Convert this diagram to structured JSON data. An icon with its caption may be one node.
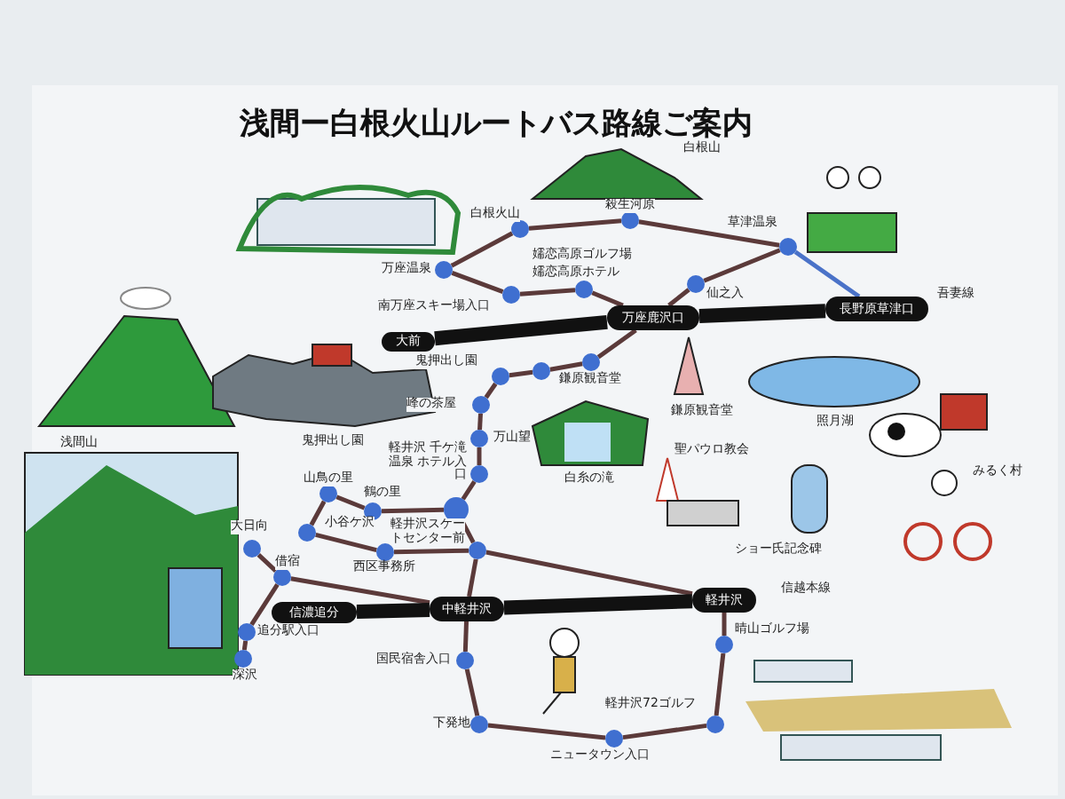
{
  "diagram": {
    "title": "浅間ー白根火山ルートバス路線ご案内",
    "nodes": [
      {
        "text": [
          "白根火山"
        ]
      },
      {
        "text": [
          "殺生河原"
        ]
      },
      {
        "text": [
          "草津温泉"
        ]
      },
      {
        "text": [
          "仙之入"
        ]
      },
      {
        "text": [
          "万座鹿沢口"
        ]
      },
      {
        "text": [
          "長野原草津口"
        ]
      },
      {
        "text": [
          "万座温泉"
        ]
      },
      {
        "text": [
          "南万座スキー場入口"
        ]
      },
      {
        "text": [
          "嬬恋高原ゴルフ場",
          "嬬恋高原ホテル"
        ]
      },
      {
        "text": [
          "大前"
        ]
      },
      {
        "text": [
          "鬼押出し園"
        ]
      },
      {
        "text": [],
        "shape": "circle"
      },
      {
        "text": [
          "鎌原観音堂"
        ]
      },
      {
        "text": [
          "峰の茶屋"
        ]
      },
      {
        "text": [
          "万山望"
        ]
      },
      {
        "text": [
          "軽井沢 千ケ滝温泉 ホテル入口"
        ]
      },
      {
        "text": [
          "軽井沢スケートセンター前"
        ]
      },
      {
        "text": [
          "鶴の里"
        ]
      },
      {
        "text": [
          "山鳥の里"
        ]
      },
      {
        "text": [
          "小谷ケ沢"
        ]
      },
      {
        "text": [
          "西区事務所"
        ]
      },
      {
        "text": [],
        "shape": "circle"
      },
      {
        "text": [
          "大日向"
        ]
      },
      {
        "text": [
          "借宿"
        ]
      },
      {
        "text": [
          "信濃追分"
        ]
      },
      {
        "text": [
          "中軽井沢"
        ]
      },
      {
        "text": [
          "追分駅入口"
        ]
      },
      {
        "text": [
          "深沢"
        ]
      },
      {
        "text": [
          "国民宿舎入口"
        ]
      },
      {
        "text": [
          "下発地"
        ]
      },
      {
        "text": [
          "ニュータウン入口"
        ]
      },
      {
        "text": [
          "軽井沢72ゴルフ"
        ]
      },
      {
        "text": [
          "晴山ゴルフ場"
        ]
      },
      {
        "text": [
          "軽井沢"
        ]
      }
    ],
    "edges": [
      {
        "from": 6,
        "to": 0,
        "arrow": "none"
      },
      {
        "from": 0,
        "to": 1,
        "arrow": "none"
      },
      {
        "from": 1,
        "to": 2,
        "arrow": "none"
      },
      {
        "from": 2,
        "to": 3,
        "arrow": "none"
      },
      {
        "from": 3,
        "to": 4,
        "arrow": "none"
      },
      {
        "from": 6,
        "to": 7,
        "arrow": "none"
      },
      {
        "from": 7,
        "to": 8,
        "arrow": "none"
      },
      {
        "from": 8,
        "to": 4,
        "arrow": "none"
      },
      {
        "from": 2,
        "to": 5,
        "arrow": "none",
        "color": "#4a72c8"
      },
      {
        "from": 4,
        "to": 12,
        "arrow": "none"
      },
      {
        "from": 12,
        "to": 11,
        "arrow": "none"
      },
      {
        "from": 11,
        "to": 10,
        "arrow": "none"
      },
      {
        "from": 10,
        "to": 13,
        "arrow": "none"
      },
      {
        "from": 13,
        "to": 14,
        "arrow": "none"
      },
      {
        "from": 14,
        "to": 15,
        "arrow": "none"
      },
      {
        "from": 15,
        "to": 16,
        "arrow": "none"
      },
      {
        "from": 16,
        "to": 17,
        "arrow": "none"
      },
      {
        "from": 17,
        "to": 18,
        "arrow": "none"
      },
      {
        "from": 18,
        "to": 19,
        "arrow": "none"
      },
      {
        "from": 19,
        "to": 20,
        "arrow": "none"
      },
      {
        "from": 20,
        "to": 21,
        "arrow": "none"
      },
      {
        "from": 16,
        "to": 21,
        "arrow": "none"
      },
      {
        "from": 21,
        "to": 25,
        "arrow": "none"
      },
      {
        "from": 21,
        "to": 33,
        "arrow": "none"
      },
      {
        "from": 23,
        "to": 25,
        "arrow": "none"
      },
      {
        "from": 23,
        "to": 22,
        "arrow": "none"
      },
      {
        "from": 23,
        "to": 26,
        "arrow": "none"
      },
      {
        "from": 26,
        "to": 27,
        "arrow": "none"
      },
      {
        "from": 25,
        "to": 28,
        "arrow": "none"
      },
      {
        "from": 28,
        "to": 29,
        "arrow": "none"
      },
      {
        "from": 29,
        "to": 30,
        "arrow": "none"
      },
      {
        "from": 30,
        "to": 31,
        "arrow": "none"
      },
      {
        "from": 31,
        "to": 32,
        "arrow": "none"
      },
      {
        "from": 32,
        "to": 33,
        "arrow": "none"
      },
      {
        "from": 9,
        "to": 4,
        "arrow": "none",
        "style": "thick",
        "color": "#111111"
      },
      {
        "from": 4,
        "to": 5,
        "arrow": "none",
        "style": "thick",
        "color": "#111111"
      },
      {
        "from": 24,
        "to": 25,
        "arrow": "none",
        "style": "thick",
        "color": "#111111"
      },
      {
        "from": 25,
        "to": 33,
        "arrow": "none",
        "style": "thick",
        "color": "#111111"
      }
    ],
    "labels": [
      "白根山",
      "浅間山",
      "鬼押出し園",
      "鎌原観音堂",
      "照月湖",
      "白糸の滝",
      "聖パウロ教会",
      "ショー氏記念碑",
      "みるく村",
      "吾妻線",
      "信越本線"
    ]
  }
}
